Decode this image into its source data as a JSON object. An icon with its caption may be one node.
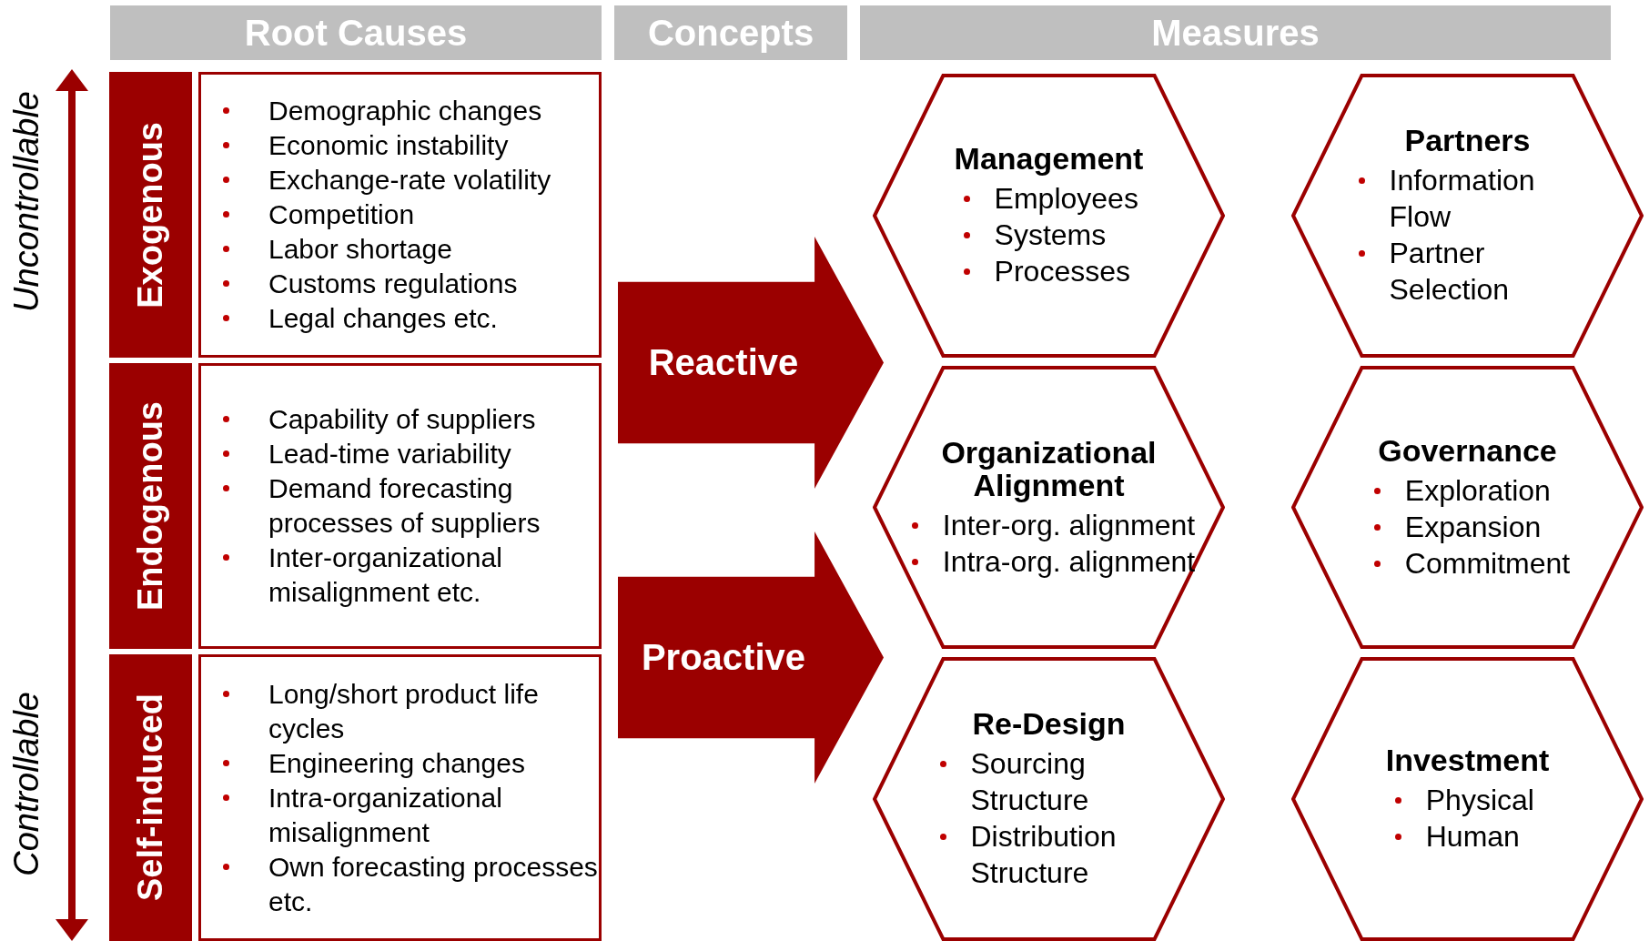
{
  "diagram": {
    "nodes": [
      {
        "text": [
          "Root Causes"
        ]
      },
      {
        "text": [
          "Concepts"
        ]
      },
      {
        "text": [
          "Measures"
        ]
      },
      {
        "text": [
          "Exogenous"
        ]
      },
      {
        "text": [
          "Demographic changes",
          "Economic instability",
          "Exchange-rate volatility",
          "Competition",
          "Labor shortage",
          "Customs regulations",
          "Legal changes etc."
        ]
      },
      {
        "text": [
          "Endogenous"
        ]
      },
      {
        "text": [
          "Capability of suppliers",
          "Lead-time variability",
          "Demand forecasting processes of suppliers",
          "Inter-organizational misalignment etc."
        ]
      },
      {
        "text": [
          "Self-induced"
        ]
      },
      {
        "text": [
          "Long/short product life cycles",
          "Engineering changes",
          "Intra-organizational misalignment",
          "Own forecasting processes etc."
        ]
      },
      {
        "text": [
          "Reactive"
        ]
      },
      {
        "text": [
          "Proactive"
        ]
      },
      {
        "text": [
          "Management",
          "Employees",
          "Systems",
          "Processes"
        ]
      },
      {
        "text": [
          "Partners",
          "Information Flow",
          "Partner Selection"
        ]
      },
      {
        "text": [
          "Organizational Alignment",
          "Inter-org. alignment",
          "Intra-org. alignment"
        ]
      },
      {
        "text": [
          "Governance",
          "Exploration",
          "Expansion",
          "Commitment"
        ]
      },
      {
        "text": [
          "Re-Design",
          "Sourcing Structure",
          "Distribution Structure"
        ]
      },
      {
        "text": [
          "Investment",
          "Physical",
          "Human"
        ]
      }
    ],
    "labels": [
      "Uncontrollable",
      "Controllable"
    ]
  }
}
